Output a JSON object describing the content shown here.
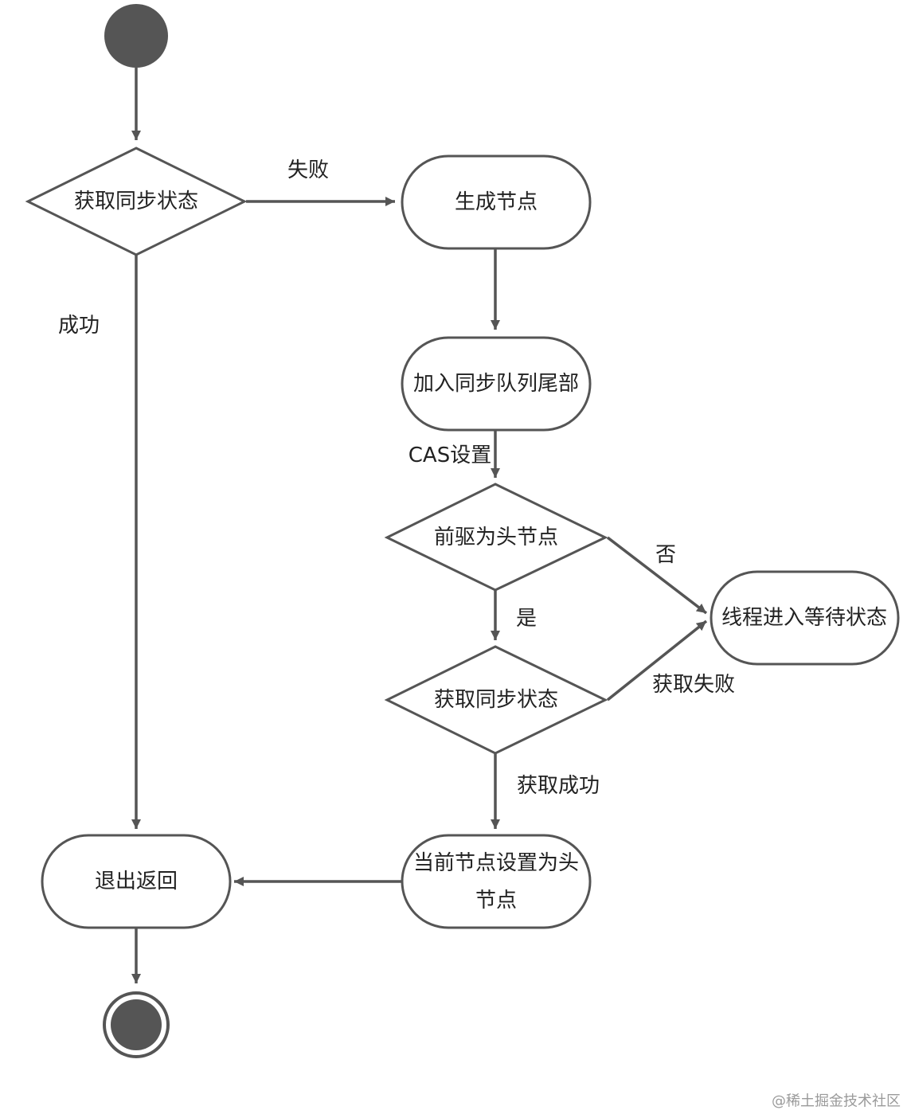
{
  "colors": {
    "stroke": "#555555",
    "node_fill": "#ffffff",
    "start_fill": "#555555",
    "text": "#222222",
    "watermark": "#9a9a9a"
  },
  "nodes": {
    "acquire_state_1": "获取同步状态",
    "create_node": "生成节点",
    "enqueue_tail": "加入同步队列尾部",
    "predecessor_is_head": "前驱为头节点",
    "thread_wait": "线程进入等待状态",
    "acquire_state_2": "获取同步状态",
    "set_head_line1": "当前节点设置为头",
    "set_head_line2": "节点",
    "exit_return": "退出返回"
  },
  "edge_labels": {
    "fail": "失败",
    "success": "成功",
    "cas_set": "CAS设置",
    "no": "否",
    "yes": "是",
    "acquire_fail": "获取失败",
    "acquire_success": "获取成功"
  },
  "watermark": "@稀土掘金技术社区"
}
